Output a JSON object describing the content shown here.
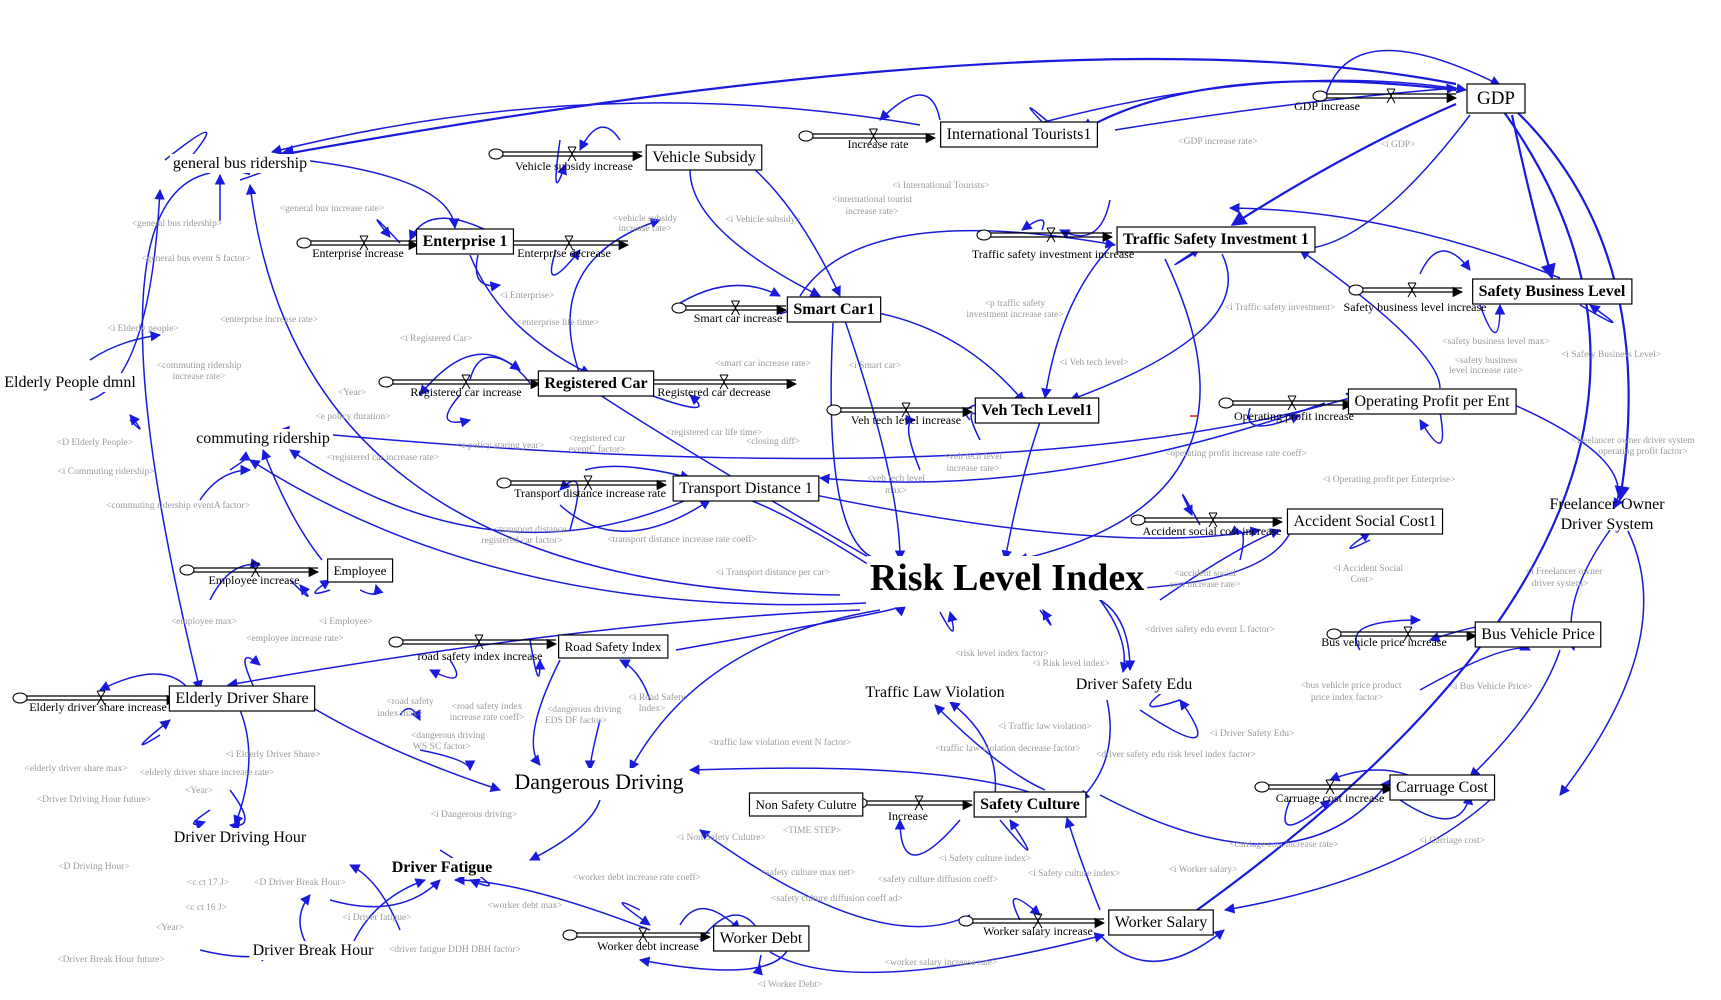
{
  "colors": {
    "link": "#1a1adc",
    "flow": "#000000",
    "shadow": "#9a9a9a",
    "box": "#000000",
    "bg": "#ffffff"
  },
  "nodes": [
    {
      "id": "gdp",
      "label": "GDP",
      "kind": "stock",
      "big": true
    },
    {
      "id": "intl",
      "label": "International Tourists1",
      "kind": "stock"
    },
    {
      "id": "vsub",
      "label": "Vehicle Subsidy",
      "kind": "stock"
    },
    {
      "id": "ent",
      "label": "Enterprise 1",
      "kind": "stock",
      "bold": true
    },
    {
      "id": "tsi",
      "label": "Traffic Safety Investment 1",
      "kind": "stock",
      "bold": true
    },
    {
      "id": "sbl",
      "label": "Safety Business Level",
      "kind": "stock",
      "bold": true
    },
    {
      "id": "smart",
      "label": "Smart Car1",
      "kind": "stock",
      "bold": true
    },
    {
      "id": "reg",
      "label": "Registered Car",
      "kind": "stock",
      "bold": true
    },
    {
      "id": "veh",
      "label": "Veh Tech Level1",
      "kind": "stock",
      "bold": true
    },
    {
      "id": "ope",
      "label": "Operating Profit per Ent",
      "kind": "stock"
    },
    {
      "id": "td",
      "label": "Transport Distance 1",
      "kind": "stock"
    },
    {
      "id": "acc",
      "label": "Accident Social Cost1",
      "kind": "stock"
    },
    {
      "id": "emp",
      "label": "Employee",
      "kind": "stock",
      "small": true
    },
    {
      "id": "rsi",
      "label": "Road Safety Index",
      "kind": "stock",
      "small": true
    },
    {
      "id": "eds",
      "label": "Elderly Driver Share",
      "kind": "stock"
    },
    {
      "id": "bvp",
      "label": "Bus Vehicle Price",
      "kind": "stock"
    },
    {
      "id": "nsc",
      "label": "Non Safety Culutre",
      "kind": "stock",
      "small": true
    },
    {
      "id": "sc",
      "label": "Safety Culture",
      "kind": "stock",
      "bold": true
    },
    {
      "id": "cc",
      "label": "Carruage Cost",
      "kind": "stock"
    },
    {
      "id": "ws",
      "label": "Worker Salary",
      "kind": "stock"
    },
    {
      "id": "wd",
      "label": "Worker Debt",
      "kind": "stock"
    },
    {
      "id": "gbr",
      "label": "general bus ridership",
      "kind": "aux"
    },
    {
      "id": "eld",
      "label": "Elderly People dmnl",
      "kind": "aux"
    },
    {
      "id": "cr",
      "label": "commuting ridership",
      "kind": "aux"
    },
    {
      "id": "rli",
      "label": "Risk Level Index",
      "kind": "title"
    },
    {
      "id": "fods",
      "label": "Freelancer Owner Driver System",
      "kind": "aux2"
    },
    {
      "id": "tlv",
      "label": "Traffic Law Violation",
      "kind": "aux"
    },
    {
      "id": "dse",
      "label": "Driver Safety Edu",
      "kind": "aux"
    },
    {
      "id": "dd",
      "label": "Dangerous Driving",
      "kind": "aux",
      "large": true
    },
    {
      "id": "ddh",
      "label": "Driver Driving Hour",
      "kind": "aux"
    },
    {
      "id": "df",
      "label": "Driver Fatigue",
      "kind": "aux",
      "bold": true
    },
    {
      "id": "dbh",
      "label": "Driver Break Hour",
      "kind": "aux"
    }
  ],
  "flows": [
    {
      "id": "gdpinc",
      "label": "GDP increase"
    },
    {
      "id": "incr",
      "label": "Increase rate"
    },
    {
      "id": "vsi",
      "label": "Vehicle subsidy increase"
    },
    {
      "id": "enti",
      "label": "Enterprise increase"
    },
    {
      "id": "entd",
      "label": "Enterprise decrease"
    },
    {
      "id": "tsii",
      "label": "Traffic safety investment increase"
    },
    {
      "id": "sbli",
      "label": "Safety business level increase"
    },
    {
      "id": "sci",
      "label": "Smart car increase"
    },
    {
      "id": "rci",
      "label": "Registered car increase"
    },
    {
      "id": "rcd",
      "label": "Registered car decrease"
    },
    {
      "id": "vtli",
      "label": "Veh tech level increase"
    },
    {
      "id": "opi",
      "label": "Operating profit increase"
    },
    {
      "id": "tdi",
      "label": "Transport distance increase rate"
    },
    {
      "id": "asci",
      "label": "Accident social cost increase"
    },
    {
      "id": "empi",
      "label": "Employee increase"
    },
    {
      "id": "rsii",
      "label": "road safety index increase"
    },
    {
      "id": "edsi",
      "label": "Elderly driver share increase"
    },
    {
      "id": "bvpi",
      "label": "Bus vehicle price increase"
    },
    {
      "id": "scinc",
      "label": "Increase"
    },
    {
      "id": "cci",
      "label": "Carruage cost increase"
    },
    {
      "id": "wsi",
      "label": "Worker salary increase"
    },
    {
      "id": "wdi",
      "label": "Worker debt increase"
    }
  ],
  "shadows": [
    {
      "id": "s1",
      "label": "<GDP increase rate>"
    },
    {
      "id": "s2",
      "label": "<i GDP>"
    },
    {
      "id": "s3",
      "label": "<i International Tourists>"
    },
    {
      "id": "s4",
      "label": "<international tourist"
    },
    {
      "id": "s4b",
      "label": "increase rate>"
    },
    {
      "id": "s5",
      "label": "<vehicle subsidy"
    },
    {
      "id": "s5b",
      "label": "increase rate>"
    },
    {
      "id": "s6",
      "label": "<i Vehicle subsidy>"
    },
    {
      "id": "s7",
      "label": "<general bus increase rate>"
    },
    {
      "id": "s8",
      "label": "<general bus ridership>"
    },
    {
      "id": "s9",
      "label": "<general bus event S factor>"
    },
    {
      "id": "s10",
      "label": "<i Enterprise>"
    },
    {
      "id": "s11",
      "label": "<enterprise increase rate>"
    },
    {
      "id": "s12",
      "label": "<enterprise life time>"
    },
    {
      "id": "s13",
      "label": "<p traffic safety"
    },
    {
      "id": "s13b",
      "label": "investment increase rate>"
    },
    {
      "id": "s14",
      "label": "<i Traffic safety investment>"
    },
    {
      "id": "s15",
      "label": "<safety business level max>"
    },
    {
      "id": "s16",
      "label": "<safety business"
    },
    {
      "id": "s16b",
      "label": "level increase rate>"
    },
    {
      "id": "s17",
      "label": "<i Safety Business Level>"
    },
    {
      "id": "s18",
      "label": "<i Elderly people>"
    },
    {
      "id": "s19",
      "label": "<commuting ridership"
    },
    {
      "id": "s19b",
      "label": "increase rate>"
    },
    {
      "id": "s20",
      "label": "<i Registered Car>"
    },
    {
      "id": "s21",
      "label": "<smart car increase rate>"
    },
    {
      "id": "s22",
      "label": "<i Smart car>"
    },
    {
      "id": "s23",
      "label": "<Year>"
    },
    {
      "id": "s24",
      "label": "<e policy duration>"
    },
    {
      "id": "s25",
      "label": "<e policy staring year>"
    },
    {
      "id": "s26",
      "label": "<registered car increase rate>"
    },
    {
      "id": "s27",
      "label": "<registered car"
    },
    {
      "id": "s27b",
      "label": "eventC factor>"
    },
    {
      "id": "s28",
      "label": "<registered car life time>"
    },
    {
      "id": "s29",
      "label": "<closing diff>"
    },
    {
      "id": "s30",
      "label": "<i Veh tech level>"
    },
    {
      "id": "s31",
      "label": "<veh tech level"
    },
    {
      "id": "s31b",
      "label": "increase rate>"
    },
    {
      "id": "s32",
      "label": "<veh tech level"
    },
    {
      "id": "s32b",
      "label": "max>"
    },
    {
      "id": "s33",
      "label": "<operating profit increase rate coeff>"
    },
    {
      "id": "s34",
      "label": "<i Operating profit per Enterprise>"
    },
    {
      "id": "s35",
      "label": "<freelancer owner driver system"
    },
    {
      "id": "s35b",
      "label": "operating profit factor>"
    },
    {
      "id": "s36",
      "label": "<D Elderly People>"
    },
    {
      "id": "s37",
      "label": "<i Commuting ridership>"
    },
    {
      "id": "s38",
      "label": "<commuting ridership eventA factor>"
    },
    {
      "id": "s39",
      "label": "<transport distance"
    },
    {
      "id": "s39b",
      "label": "registered car factor>"
    },
    {
      "id": "s40",
      "label": "<transport distance increase rate coeff>"
    },
    {
      "id": "s41",
      "label": "<i Transport distance per car>"
    },
    {
      "id": "s42",
      "label": "<accident social"
    },
    {
      "id": "s42b",
      "label": "cost increase rate>"
    },
    {
      "id": "s43",
      "label": "<i Accident Social"
    },
    {
      "id": "s43b",
      "label": "Cost>"
    },
    {
      "id": "s44",
      "label": "<i Freelancer owner"
    },
    {
      "id": "s44b",
      "label": "driver system>"
    },
    {
      "id": "s45",
      "label": "<employee max>"
    },
    {
      "id": "s46",
      "label": "<employee increase rate>"
    },
    {
      "id": "s47",
      "label": "<i Employee>"
    },
    {
      "id": "s48",
      "label": "<road safety"
    },
    {
      "id": "s48b",
      "label": "index max>"
    },
    {
      "id": "s49",
      "label": "<road safety index"
    },
    {
      "id": "s49b",
      "label": "increase rate coeff>"
    },
    {
      "id": "s50",
      "label": "<dangerous driving"
    },
    {
      "id": "s50b",
      "label": "EDS DF factor>"
    },
    {
      "id": "s51",
      "label": "<i Road Safety"
    },
    {
      "id": "s51b",
      "label": "Index>"
    },
    {
      "id": "s52",
      "label": "<dangerous driving"
    },
    {
      "id": "s52b",
      "label": "WS SC factor>"
    },
    {
      "id": "s53",
      "label": "<risk level index factor>"
    },
    {
      "id": "s54",
      "label": "<i Risk level index>"
    },
    {
      "id": "s55",
      "label": "<driver safety edu event L factor>"
    },
    {
      "id": "s56",
      "label": "<bus vehicle price product"
    },
    {
      "id": "s56b",
      "label": "price index factor>"
    },
    {
      "id": "s57",
      "label": "<i Bus Vehicle Price>"
    },
    {
      "id": "s58",
      "label": "<elderly driver share max>"
    },
    {
      "id": "s59",
      "label": "<elderly driver share increase rate>"
    },
    {
      "id": "s60",
      "label": "<i Elderly Driver Share>"
    },
    {
      "id": "s61",
      "label": "<traffic law violation event N factor>"
    },
    {
      "id": "s62",
      "label": "<i Traffic law violation>"
    },
    {
      "id": "s63",
      "label": "<traffic law violation decrease factor>"
    },
    {
      "id": "s64",
      "label": "<i Driver Safety Edu>"
    },
    {
      "id": "s65",
      "label": "<driver safety edu risk level index factor>"
    },
    {
      "id": "s66",
      "label": "<Driver Driving Hour future>"
    },
    {
      "id": "s67",
      "label": "<Year>"
    },
    {
      "id": "s68",
      "label": "<i Dangerous driving>"
    },
    {
      "id": "s69",
      "label": "<i Non Safety Culutre>"
    },
    {
      "id": "s70",
      "label": "<TIME STEP>"
    },
    {
      "id": "s71",
      "label": "<i Safety culture index>"
    },
    {
      "id": "s72",
      "label": "<carriage cost increase rate>"
    },
    {
      "id": "s73",
      "label": "<i Carriage cost>"
    },
    {
      "id": "s74",
      "label": "<D Driving Hour>"
    },
    {
      "id": "s75",
      "label": "<c ct 17 J>"
    },
    {
      "id": "s76",
      "label": "<D Driver Break Hour>"
    },
    {
      "id": "s77",
      "label": "<safety culture max net>"
    },
    {
      "id": "s78",
      "label": "<safety culture diffusion coeff>"
    },
    {
      "id": "s79",
      "label": "<i Safety culture index>"
    },
    {
      "id": "s80",
      "label": "<i Worker salary>"
    },
    {
      "id": "s81",
      "label": "<c ct 16 J>"
    },
    {
      "id": "s82",
      "label": "<i Driver fatigue>"
    },
    {
      "id": "s83",
      "label": "<safety culture diffusion coeff ad>"
    },
    {
      "id": "s84",
      "label": "<worker debt increase rate coeff>"
    },
    {
      "id": "s85",
      "label": "<Year>"
    },
    {
      "id": "s86",
      "label": "<worker debt max>"
    },
    {
      "id": "s87",
      "label": "<Driver Break Hour future>"
    },
    {
      "id": "s88",
      "label": "<driver fatigue DDH DBH factor>"
    },
    {
      "id": "s89",
      "label": "<worker salary increase rate>"
    },
    {
      "id": "s90",
      "label": "<i Worker Debt>"
    }
  ]
}
